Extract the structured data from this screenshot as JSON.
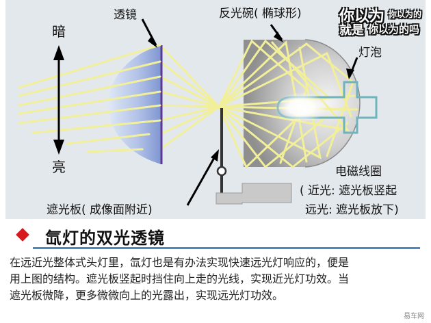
{
  "diagram": {
    "labels": {
      "lens": "透镜",
      "reflector": "反光碗( 椭球形)",
      "bulb": "灯泡",
      "dark": "暗",
      "bright": "亮",
      "coil": "电磁线圈",
      "low_beam": "( 近光: 遮光板竖起",
      "high_beam": "远光: 遮光板放下)",
      "shield": "遮光板( 成像面附近)"
    },
    "logo": {
      "line1": "你以为",
      "line1_small": "你以为的",
      "line2": "就是",
      "line2_small": "你以为的吗"
    },
    "colors": {
      "background": "#e3e8ec",
      "beam": "#f2ef9a",
      "lens": "#a9b9e3",
      "reflector": "#bdbdbd",
      "bulb_outline": "#6fb3bd"
    }
  },
  "section": {
    "title": "氙灯的双光透镜",
    "body": [
      "在远近光整体式头灯里，氙灯也是有办法实现快速远光灯响应的，便是",
      "用上图的结构。遮光板竖起时挡住向上走的光线，实现近光灯功效。当",
      "遮光板微降，更多微微向上的光露出，实现远光灯功效。"
    ]
  },
  "watermark": "易车网"
}
